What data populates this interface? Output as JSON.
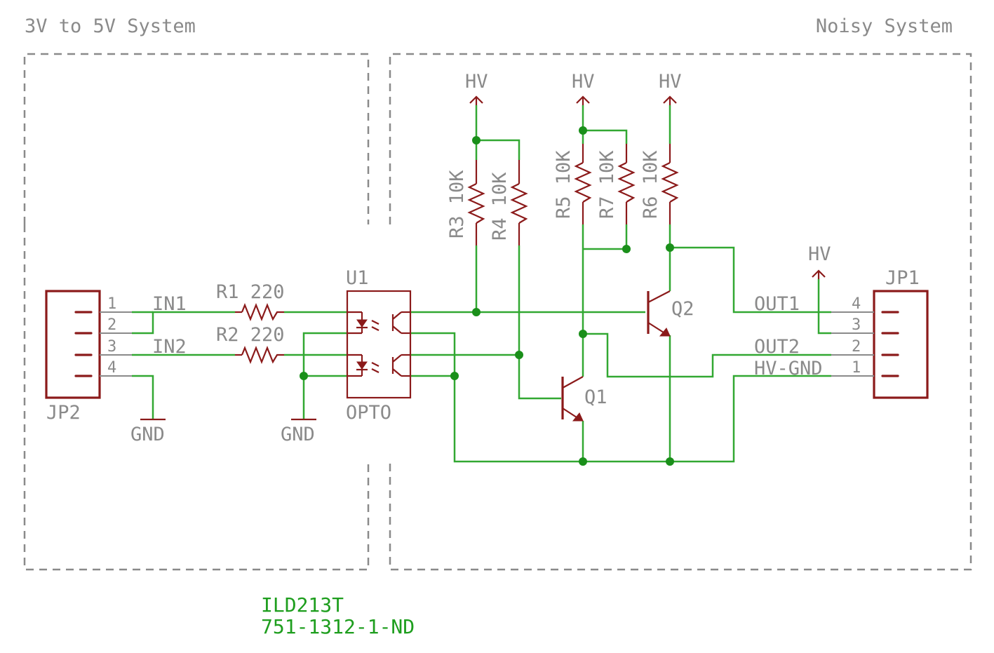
{
  "regions": {
    "left_title": "3V to 5V System",
    "right_title": "Noisy System"
  },
  "connectors": {
    "jp2": {
      "name": "JP2",
      "pins": [
        "1",
        "2",
        "3",
        "4"
      ]
    },
    "jp1": {
      "name": "JP1",
      "pins": [
        "4",
        "3",
        "2",
        "1"
      ]
    }
  },
  "nets": {
    "in1": "IN1",
    "in2": "IN2",
    "out1": "OUT1",
    "out2": "OUT2",
    "hv_gnd": "HV-GND",
    "gnd": "GND",
    "hv": "HV"
  },
  "components": {
    "r1": "R1 220",
    "r2": "R2 220",
    "r3": "R3 10K",
    "r4": "R4 10K",
    "r5": "R5 10K",
    "r6": "R6 10K",
    "r7": "R7 10K",
    "u1_name": "U1",
    "u1_value": "OPTO",
    "q1": "Q1",
    "q2": "Q2"
  },
  "notes": {
    "part_number": "ILD213T",
    "order_code": "751-1312-1-ND"
  },
  "colors": {
    "wire": "#32a832",
    "symbol": "#8b1a1a",
    "text": "#8a8a8a",
    "note": "#1e9e1e"
  }
}
